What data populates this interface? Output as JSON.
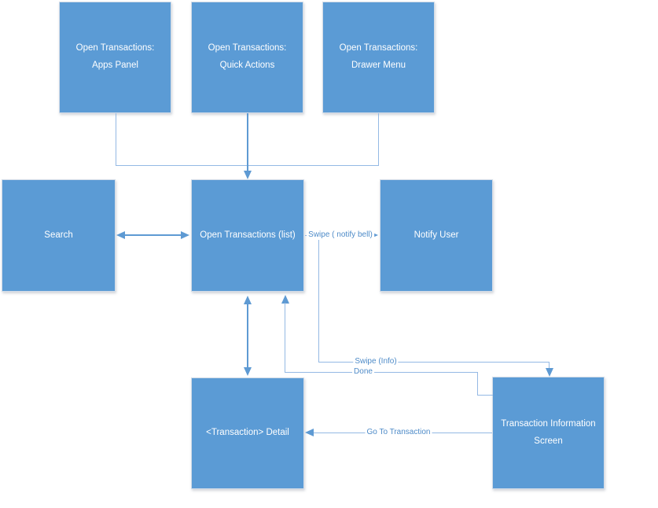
{
  "diagram_type": "flowchart",
  "colors": {
    "node_fill": "#5b9bd5",
    "node_border": "#d4dde8",
    "node_text": "#ffffff",
    "line_color": "#94b9e4",
    "arrow_color": "#5e9ad3",
    "label_color": "#4e8bc8",
    "canvas_bg": "#ffffff"
  },
  "nodes": {
    "apps_panel": {
      "line1": "Open Transactions:",
      "line2": "Apps Panel"
    },
    "quick_actions": {
      "line1": "Open Transactions:",
      "line2": "Quick Actions"
    },
    "drawer_menu": {
      "line1": "Open Transactions:",
      "line2": "Drawer Menu"
    },
    "search": {
      "label": "Search"
    },
    "open_transactions_list": {
      "label": "Open Transactions (list)"
    },
    "notify_user": {
      "label": "Notify User"
    },
    "transaction_detail": {
      "label": "<Transaction> Detail"
    },
    "transaction_info_screen": {
      "line1": "Transaction Information",
      "line2": "Screen"
    }
  },
  "edges": {
    "swipe_notify_bell": {
      "label": "Swipe ( notify bell)",
      "from": "open_transactions_list",
      "to": "notify_user"
    },
    "swipe_info": {
      "label": "Swipe (Info)",
      "from": "open_transactions_list",
      "to": "transaction_info_screen"
    },
    "done": {
      "label": "Done",
      "from": "transaction_info_screen",
      "to": "open_transactions_list"
    },
    "go_to_transaction": {
      "label": "Go To Transaction",
      "from": "transaction_info_screen",
      "to": "transaction_detail"
    },
    "search_list": {
      "label": "",
      "from": "search",
      "to": "open_transactions_list",
      "bidirectional": true
    },
    "list_detail": {
      "label": "",
      "from": "open_transactions_list",
      "to": "transaction_detail",
      "bidirectional": true
    },
    "sources_to_list": {
      "label": "",
      "from": "apps_panel, quick_actions, drawer_menu",
      "to": "open_transactions_list"
    }
  }
}
